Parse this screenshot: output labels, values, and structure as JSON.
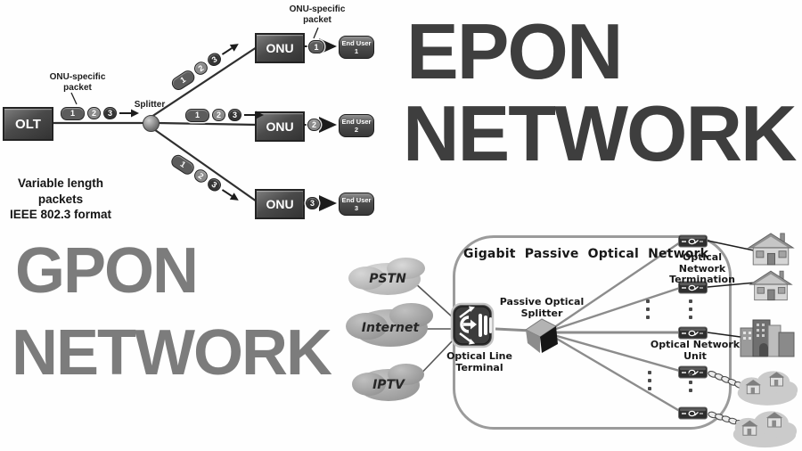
{
  "titles": {
    "epon_line1": "EPON",
    "epon_line2": "NETWORK",
    "gpon_line1": "GPON",
    "gpon_line2": "NETWORK"
  },
  "epon": {
    "olt": "OLT",
    "splitter": "Splitter",
    "packet_label_line1": "ONU-specific",
    "packet_label_line2": "packet",
    "packets": [
      "1",
      "2",
      "3"
    ],
    "onu": "ONU",
    "end_user": "End User",
    "end_user_nums": [
      "1",
      "2",
      "3"
    ],
    "note_line1": "Variable length packets",
    "note_line2": "IEEE 802.3 format"
  },
  "gpon": {
    "frame_title": "Gigabit Passive Optical Network",
    "clouds": [
      "PSTN",
      "Internet",
      "IPTV"
    ],
    "olt_line1": "Optical Line",
    "olt_line2": "Terminal",
    "splitter_line1": "Passive Optical",
    "splitter_line2": "Splitter",
    "ont_line1": "Optical",
    "ont_line2": "Network Termination",
    "onu_line1": "Optical Network",
    "onu_line2": "Unit"
  },
  "colors": {
    "epon_title": "#3e3e3e",
    "gpon_title": "#7c7c7c",
    "diagram_dark": "#2e2e2e",
    "gpon_line_gray": "#8c8c8c"
  }
}
